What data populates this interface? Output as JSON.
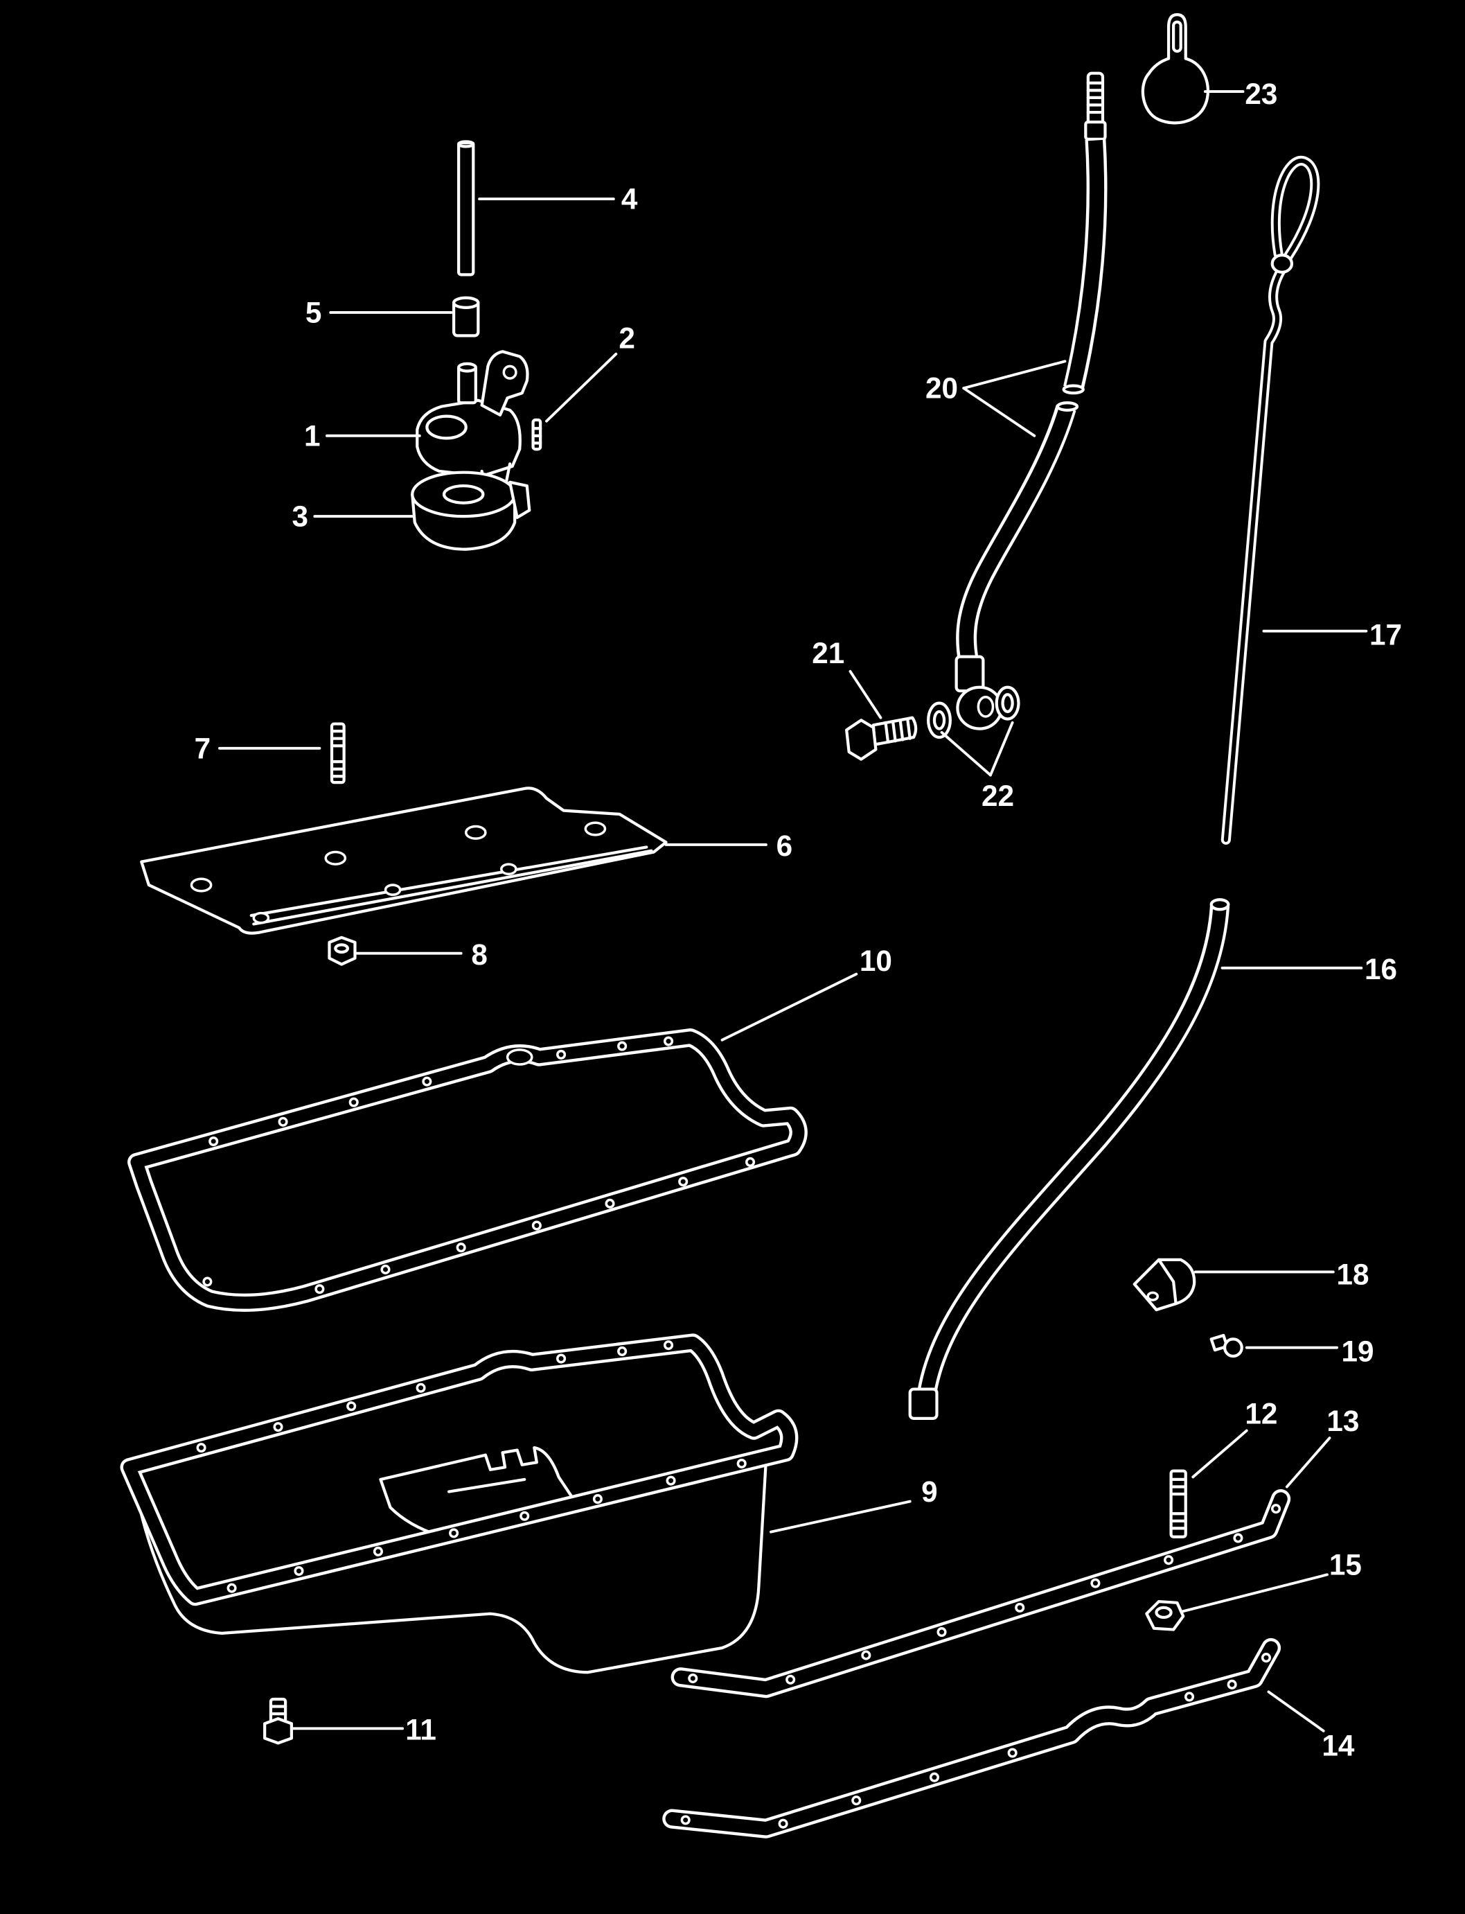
{
  "colors": {
    "background": "#000000",
    "line": "#ffffff"
  },
  "callouts": [
    "1",
    "2",
    "3",
    "4",
    "5",
    "6",
    "7",
    "8",
    "9",
    "10",
    "11",
    "12",
    "13",
    "14",
    "15",
    "16",
    "17",
    "18",
    "19",
    "20",
    "21",
    "22",
    "23"
  ]
}
